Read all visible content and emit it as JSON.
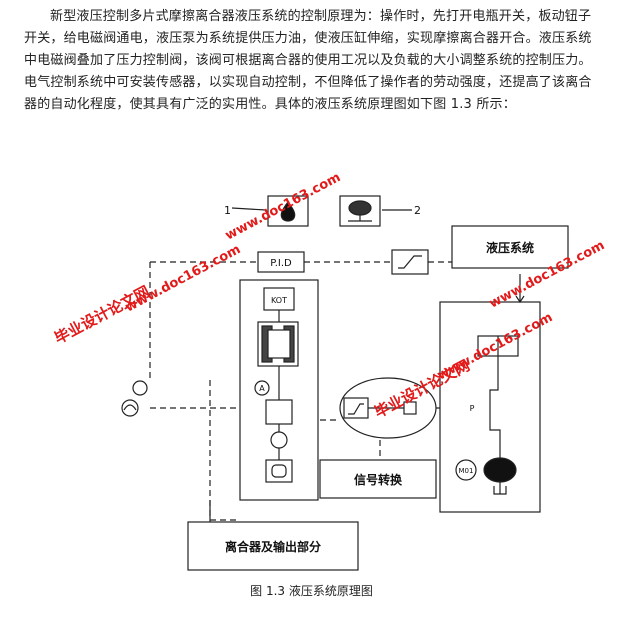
{
  "paragraph": "新型液压控制多片式摩擦离合器液压系统的控制原理为：操作时，先打开电瓶开关，板动钮子开关，给电磁阀通电，液压泵为系统提供压力油，使液压缸伸缩，实现摩擦离合器开合。液压系统中电磁阀叠加了压力控制阀，该阀可根据离合器的使用工况以及负载的大小调整系统的控制压力。电气控制系统中可安装传感器，以实现自动控制，不但降低了操作者的劳动强度，还提高了该离合器的自动化程度，使其具有广泛的实用性。具体的液压系统原理图如下图 1.3 所示：",
  "diagram": {
    "label_1": "1",
    "label_2": "2",
    "pid_label": "P.I.D",
    "kot_label": "KOT",
    "hydraulic_system": "液压系统",
    "signal_conversion": "信号转换",
    "clutch_output": "离合器及输出部分",
    "motor_label": "M01",
    "p_label": "P",
    "a_label": "A"
  },
  "watermarks": {
    "site": "www.doc163.com",
    "text": "毕业设计论文网"
  },
  "caption": "图 1.3  液压系统原理图"
}
